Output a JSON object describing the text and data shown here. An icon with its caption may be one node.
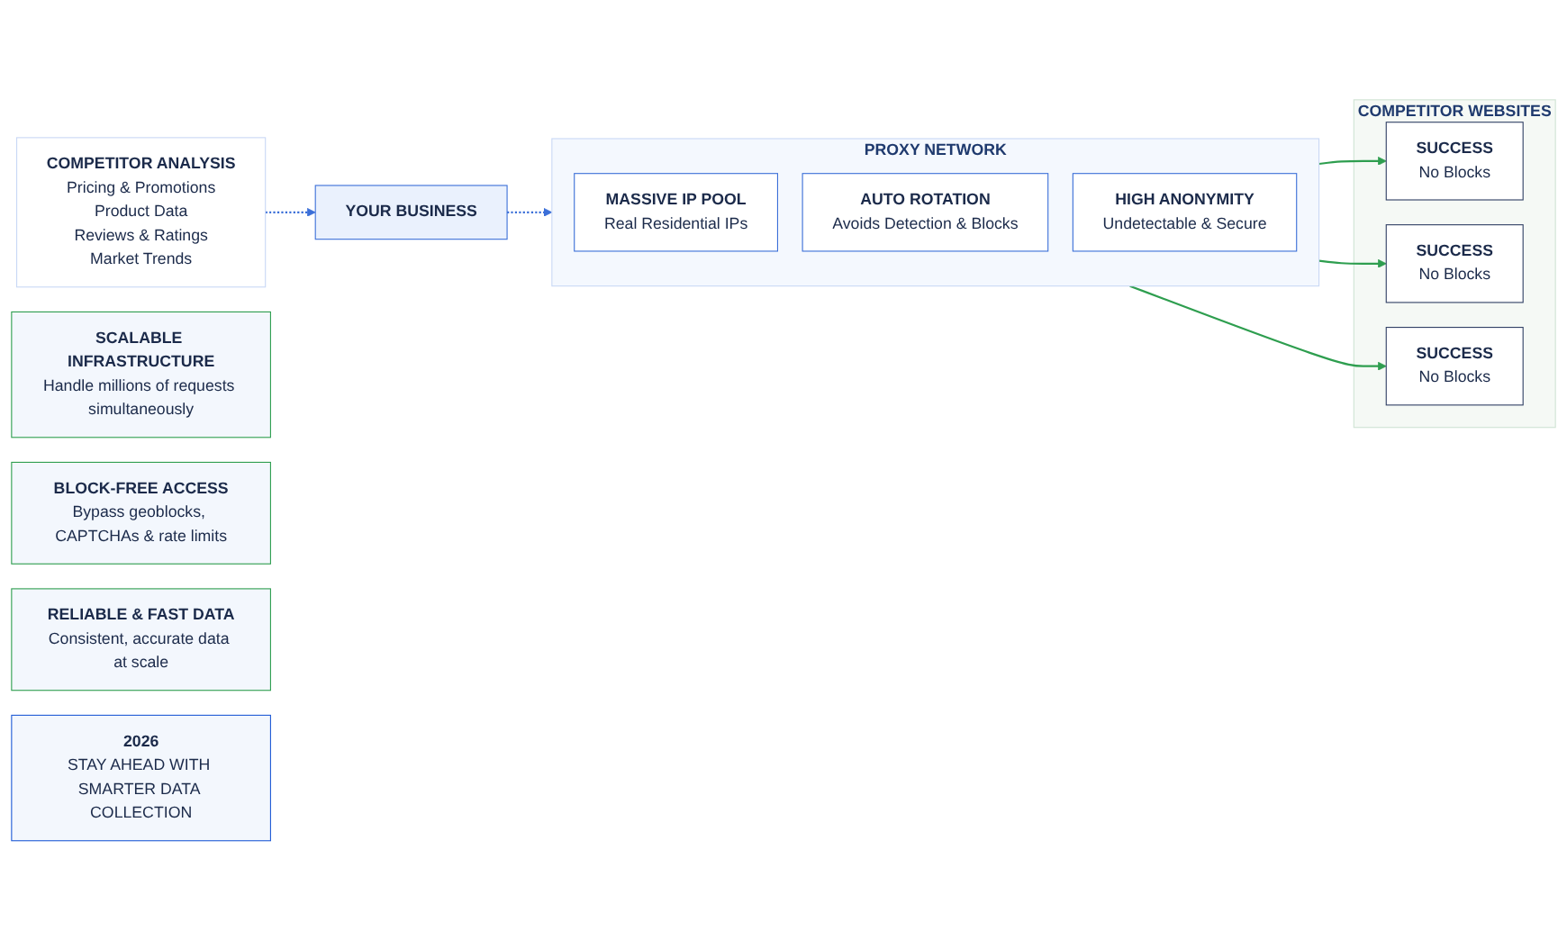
{
  "diagram": {
    "nodes": [
      {
        "text": [
          "COMPETITOR ANALYSIS",
          "Pricing & Promotions",
          "Product Data",
          "Reviews & Ratings",
          "Market Trends"
        ]
      },
      {
        "text": [
          "YOUR BUSINESS"
        ]
      },
      {
        "text": [
          "PROXY NETWORK"
        ]
      },
      {
        "text": [
          "MASSIVE IP POOL",
          "Real Residential IPs"
        ],
        "in": 2
      },
      {
        "text": [
          "AUTO ROTATION",
          "Avoids Detection & Blocks"
        ],
        "in": 2
      },
      {
        "text": [
          "HIGH ANONYMITY",
          "Undetectable & Secure"
        ],
        "in": 2
      },
      {
        "text": [
          "COMPETITOR WEBSITES"
        ]
      },
      {
        "text": [
          "SUCCESS",
          "No Blocks"
        ],
        "in": 6
      },
      {
        "text": [
          "SUCCESS",
          "No Blocks"
        ],
        "in": 6
      },
      {
        "text": [
          "SUCCESS",
          "No Blocks"
        ],
        "in": 6
      },
      {
        "text": [
          "SCALABLE INFRASTRUCTURE",
          "Handle millions of requests simultaneously"
        ]
      },
      {
        "text": [
          "BLOCK-FREE ACCESS",
          "Bypass geoblocks, CAPTCHAs & rate limits"
        ]
      },
      {
        "text": [
          "RELIABLE & FAST DATA",
          "Consistent, accurate data at scale"
        ]
      },
      {
        "text": [
          "2026",
          "STAY AHEAD WITH SMARTER DATA COLLECTION"
        ]
      }
    ],
    "edges": [
      {
        "from": 0,
        "to": 1,
        "arrow": "to",
        "style": "dashed",
        "color": "#3b6fd8"
      },
      {
        "from": 1,
        "to": 2,
        "arrow": "to",
        "style": "dashed",
        "color": "#3b6fd8"
      },
      {
        "from": 2,
        "to": 7,
        "arrow": "to"
      },
      {
        "from": 2,
        "to": 8,
        "arrow": "to"
      },
      {
        "from": 2,
        "to": 9,
        "arrow": "to"
      }
    ]
  }
}
